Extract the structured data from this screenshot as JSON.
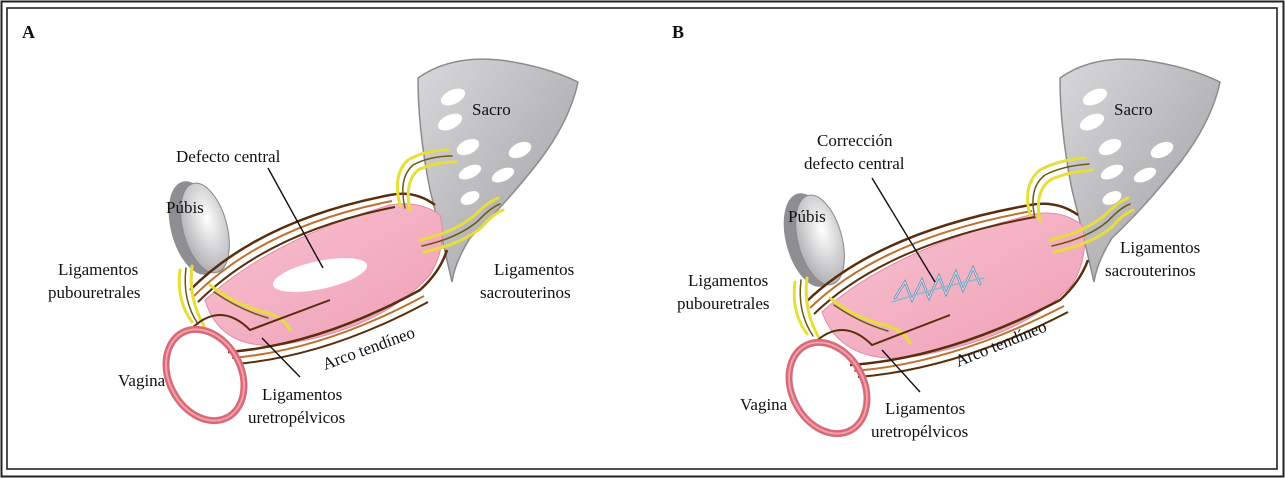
{
  "panels": [
    {
      "letter": "A",
      "labels": {
        "sacro": "Sacro",
        "defecto": "Defecto central",
        "pubis": "Púbis",
        "lig_sacro_1": "Ligamentos",
        "lig_sacro_2": "sacrouterinos",
        "lig_pubo_1": "Ligamentos",
        "lig_pubo_2": "pubouretrales",
        "arco": "Arco tendíneo",
        "vagina": "Vagina",
        "lig_uretro_1": "Ligamentos",
        "lig_uretro_2": "uretropélvicos"
      }
    },
    {
      "letter": "B",
      "labels": {
        "sacro": "Sacro",
        "correccion_1": "Corrección",
        "correccion_2": "defecto central",
        "pubis": "Púbis",
        "lig_sacro_1": "Ligamentos",
        "lig_sacro_2": "sacrouterinos",
        "lig_pubo_1": "Ligamentos",
        "lig_pubo_2": "pubouretrales",
        "arco": "Arco tendíneo",
        "vagina": "Vagina",
        "lig_uretro_1": "Ligamentos",
        "lig_uretro_2": "uretropélvicos"
      }
    }
  ],
  "colors": {
    "membrane": "#f5b3c6",
    "ligament_yellow": "#e8de3a",
    "fascia_brown": "#8a4a1c",
    "bone_gray": "#b9b9bc",
    "vagina_ring": "#d86a78",
    "suture": "#8fb7cf"
  }
}
